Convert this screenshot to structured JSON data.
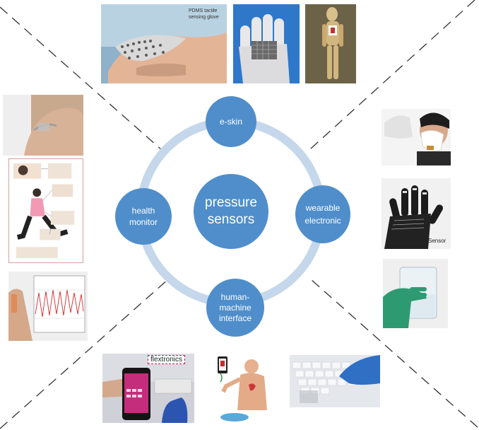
{
  "diagram": {
    "center": {
      "line1": "pressure",
      "line2": "sensors"
    },
    "nodes": {
      "top": {
        "line1": "e-skin"
      },
      "left": {
        "line1": "health",
        "line2": "monitor"
      },
      "right": {
        "line1": "wearable",
        "line2": "electronic"
      },
      "bottom": {
        "line1": "human-",
        "line2": "machine",
        "line3": "interface"
      }
    },
    "photo_captions": {
      "glove": {
        "line1": "PDMS tactile",
        "line2": "sensing glove"
      },
      "sensor": "Sensor",
      "brand": "flextronics"
    }
  },
  "colors": {
    "node_fill": "#4f8ecb",
    "ring": "#c5d7ea",
    "dashed_line": "#333333"
  }
}
